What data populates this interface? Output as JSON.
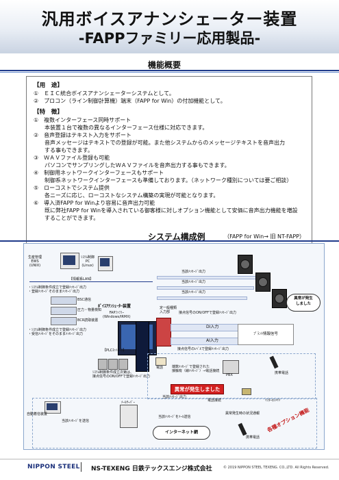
{
  "header": {
    "title_line1": "汎用ボイスアナンシェーター装置",
    "title_line2": "-FAPPファミリー応用製品-"
  },
  "overview": {
    "section_title": "機能概要",
    "use_head": "【用　途】",
    "use_items": [
      "①　ＥＩＣ統合ボイスアナンシェーターシステムとして。",
      "②　プロコン（ライン制御計算機）端末（FAPP for Win）の付加機能として。"
    ],
    "feature_head": "【特　徴】",
    "feature_lines": [
      "①　複数インターフェース同時サポート",
      "　　本装置１台で複数の異なるインターフェース仕様に対応できます。",
      "②　音声登録はテキスト入力をサポート",
      "　　音声メッセージはテキストでの登録が可能。また他システムからのメッセージテキストを音声出力",
      "　　する事もできます。",
      "③　ＷＡＶファイル登録も可能",
      "　　パソコンでサンプリングしたＷＡＶファイルを音声出力する事もできます。",
      "④　制御用ネットワークインターフェースもサポート",
      "　　制御系ネットワークインターフェースも準備しております。（ネットワーク種別については要ご相談）",
      "⑤　ローコストでシステム提供",
      "　　各ニーズに応じ、ローコストなシステム構築の実現が可能となります。",
      "⑥　導入済FAPP for Winより容易に音声出力可能",
      "　　既に弊社FAPP for Winを導入されている御客様に対しオプション機能として安価に音声出力機能を増設",
      "　　することができます。"
    ],
    "note": "（FAPP for Win→ 旧 NT-FAPP）"
  },
  "system": {
    "section_title": "システム構成例",
    "ews_label": "生産管理\nEWS\n(UNIX)",
    "pc_label": "ｼｽﾃﾑ制御\nPC\n(Linux)",
    "lan_label": "【情報系LAN】",
    "note_left1": "・ｼｽﾃﾑ制御条件成立で登録ﾒｯｾｰｼﾞ出力\n・登録ﾒｯｾｰｼﾞそのままﾒｯｾｰｼﾞ出力",
    "apparatus_title": "ﾎﾞｲｽｱﾅﾝｼｪｰﾀｰ装置",
    "apparatus_sub": "FAPﾌｧﾐﾘｰ\n(Windows/IRMX)",
    "dev1": "BSC通信",
    "dev2": "圧力・物量検知",
    "dev3": "BCR読取装置",
    "note_left2": "・ｼｽﾃﾑ制御条件成立で登録ﾒｯｾｰｼﾞ出力\n・受信ﾒｯｾｰｼﾞをそのままﾒｯｾｰｼﾞ出力",
    "plc_label": "【PLCﾈｯﾄﾜｰｸ】",
    "plc_note": "ｼｽﾃﾑ制御条件成立次第は、\n接点信号のON/OFFで登録ﾒｯｾｰｼﾞ出力",
    "out1": "当該ﾒｯｾｰｼﾞ出力",
    "out2": "当該ﾒｯｾｰｼﾞ出力",
    "out3": "当該ﾒｯｾｰｼﾞ出力",
    "switchboard": "定一般種類\n入力部",
    "in_label": "接点信号のON/OFFで登録ﾒｯｾｰｼﾞ出力",
    "di_label": "DI入力",
    "ai_label": "AI入力",
    "plant_label": "ﾌﾟﾗﾝﾄ情報信号",
    "ai_note": "接点信号のﾚﾍﾞﾙで登録ﾒｯｾｰｼﾞ出力",
    "abnormal": "異常が発生\nしました",
    "phone_label": "電話",
    "pbx_box": "端数ﾒｯｾｰｼﾞで登録された\n接触有（線ﾒｯｾｰｼﾞ）→電話接続",
    "pbx_label": "PBX",
    "mobile1": "携帯電話",
    "alarm_text": "異常が発生しました",
    "call_label": "電話接続",
    "intercom": "ｲﾝﾀｰﾎﾝﾒｲﾄ",
    "voice_out": "当該ﾒｯｾｰｼﾞ出力",
    "ledger": "ﾒｰﾙｻｰﾊﾞｰ",
    "fax_pc": "自動着信装置",
    "fax_note": "当該ﾒｯｾｰｼﾞを送信",
    "mail_note": "当該ﾒｯｾｰｼﾞをﾒｰﾙ送信",
    "internet": "インターネット網",
    "mobile2": "異常発生時の状況通報",
    "mobile3": "携帯電話",
    "option_tag": "各種オプション機能"
  },
  "footer": {
    "logo_nippon": "NIPPON STEEL",
    "logo_company": "NS-TEXENG 日鉄テックスエンジ株式会社",
    "copyright": "© 2019 NIPPON STEEL TEXENG. CO.,LTD. All Rights Reserved."
  },
  "colors": {
    "accent_blue": "#1f3a8a",
    "alarm_red": "#d32020",
    "diagram_bg": "#f4f7fb"
  }
}
